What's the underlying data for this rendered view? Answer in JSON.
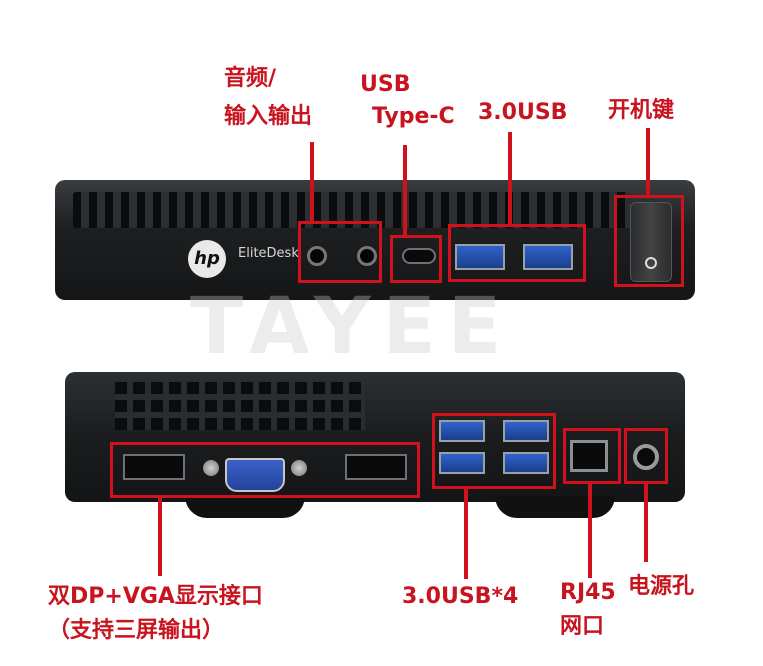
{
  "labels": {
    "audio_line1": "音频/",
    "audio_line2": "输入输出",
    "usbc_line1": "USB",
    "usbc_line2": "Type-C",
    "usb30": "3.0USB",
    "power_key": "开机键",
    "display_line1": "双DP+VGA显示接口",
    "display_line2": "（支持三屏输出）",
    "usb30x4": "3.0USB*4",
    "rj45_line1": "RJ45",
    "rj45_line2": "网口",
    "power_port": "电源孔"
  },
  "device": {
    "logo": "hp",
    "model": "EliteDesk",
    "watermark": "TAYEE"
  },
  "colors": {
    "annotation": "#d0121c",
    "chassis": "#1a1c1e",
    "usb_port": "#2f63c9"
  }
}
